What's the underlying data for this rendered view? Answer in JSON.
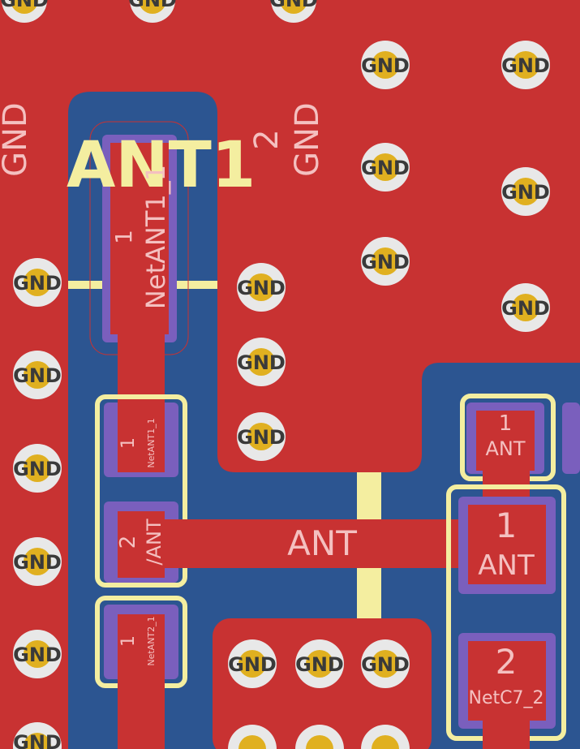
{
  "board": {
    "colors": {
      "copper_top": "#c83232",
      "copper_bottom": "#2c5591",
      "silkscreen": "#f4eea0",
      "pad_outline": "#7a5fbd",
      "via_ring": "#e8e8e8",
      "via_hole": "#e0b020",
      "net_text": "#f4c0c0"
    }
  },
  "labels": {
    "gnd_left": "GND",
    "gnd_mid": "GND",
    "gnd_mid_pin": "2",
    "ant1_ref": "ANT1",
    "ant_trace": "ANT"
  },
  "pads": {
    "ant1_pin": "1",
    "ant1_net": "NetANT1_1",
    "r1_pin1": "1",
    "r1_net1": "NetANT1_1",
    "r1_pin2": "2",
    "r1_net2": "/ANT",
    "r2_pin1": "1",
    "r2_net1": "NetANT2_1",
    "u_pin1": "1",
    "u_net1": "ANT",
    "c7_pin1": "1",
    "c7_net1": "ANT",
    "c7_pin2": "2",
    "c7_net2": "NetC7_2"
  },
  "via_label": "GND"
}
